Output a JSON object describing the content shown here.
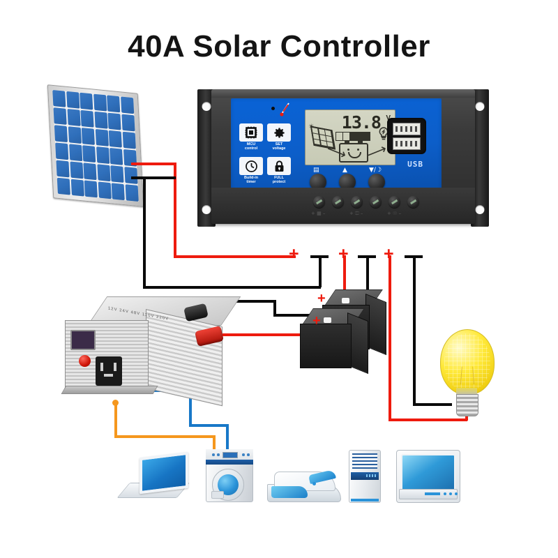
{
  "page": {
    "title": "40A Solar Controller",
    "background": "#ffffff"
  },
  "colors": {
    "positive_wire": "#ee1b0e",
    "negative_wire": "#0a0a0a",
    "ac_wire_blue": "#1878c8",
    "ac_wire_orange": "#f5971d",
    "controller_faceplate": "#0c5ec9",
    "lcd_background": "#ccd0bb",
    "bulb_glow": "#ffe93a"
  },
  "solar_panel": {
    "name": "Solar Panel",
    "cell_rows": 6,
    "cell_cols": 6,
    "terminals": {
      "positive": "+",
      "negative": "–"
    }
  },
  "controller": {
    "name": "40A Solar Charge Controller",
    "features": [
      {
        "id": "mcu-control",
        "line1": "MCU",
        "line2": "control",
        "icon": "chip-icon"
      },
      {
        "id": "set-voltage",
        "line1": "SET",
        "line2": "voltage",
        "icon": "gear-icon"
      },
      {
        "id": "builtin-timer",
        "line1": "Build-in",
        "line2": "timer",
        "icon": "clock-icon"
      },
      {
        "id": "full-protect",
        "line1": "FULL",
        "line2": "protect",
        "icon": "lock-icon"
      }
    ],
    "lcd": {
      "voltage": "13.8",
      "unit": "V",
      "battery_bars_total": 5,
      "battery_bars_filled": 2,
      "icons": [
        "solar-panel-icon",
        "battery-icon",
        "load-bulb-icon",
        "sun-icon"
      ]
    },
    "buttons": [
      {
        "id": "menu-button",
        "glyph": "▤"
      },
      {
        "id": "up-button",
        "glyph": "▲"
      },
      {
        "id": "down-button",
        "glyph": "▼/☽"
      }
    ],
    "usb": {
      "label": "USB",
      "ports": 2
    },
    "terminals": {
      "count": 6,
      "groups": [
        {
          "id": "pv-terminals",
          "symbol": "solar-panel-icon"
        },
        {
          "id": "battery-terminals",
          "symbol": "battery-icon"
        },
        {
          "id": "load-terminals",
          "symbol": "load-icon"
        }
      ]
    },
    "mounting_holes": 4
  },
  "wire_markers": [
    {
      "id": "pv-plus",
      "label": "+",
      "polarity": "positive"
    },
    {
      "id": "pv-minus",
      "label": "–",
      "polarity": "negative"
    },
    {
      "id": "batt-plus",
      "label": "+",
      "polarity": "positive"
    },
    {
      "id": "batt-minus",
      "label": "–",
      "polarity": "negative"
    },
    {
      "id": "load-plus",
      "label": "+",
      "polarity": "positive"
    },
    {
      "id": "load-minus",
      "label": "–",
      "polarity": "negative"
    },
    {
      "id": "inverter-plus",
      "label": "+",
      "polarity": "positive"
    },
    {
      "id": "inverter-minus",
      "label": "–",
      "polarity": "negative"
    },
    {
      "id": "battery1-plus",
      "label": "+",
      "polarity": "positive"
    },
    {
      "id": "battery2-plus",
      "label": "+",
      "polarity": "positive"
    }
  ],
  "inverter": {
    "name": "Power Inverter",
    "brand_text": "12V 24V 48V 110V 220V",
    "has_display": true,
    "power_button": "power-button",
    "ac_outlet": "ac-outlet"
  },
  "batteries": [
    {
      "id": "battery-front",
      "name": "Battery"
    },
    {
      "id": "battery-rear",
      "name": "Battery"
    }
  ],
  "bulb": {
    "name": "DC Light Bulb",
    "state": "on"
  },
  "appliances": [
    {
      "id": "laptop",
      "name": "Laptop"
    },
    {
      "id": "washing-machine",
      "name": "Washing Machine"
    },
    {
      "id": "iron",
      "name": "Clothes Iron"
    },
    {
      "id": "air-conditioner",
      "name": "Air Conditioner"
    },
    {
      "id": "television",
      "name": "Television"
    }
  ]
}
